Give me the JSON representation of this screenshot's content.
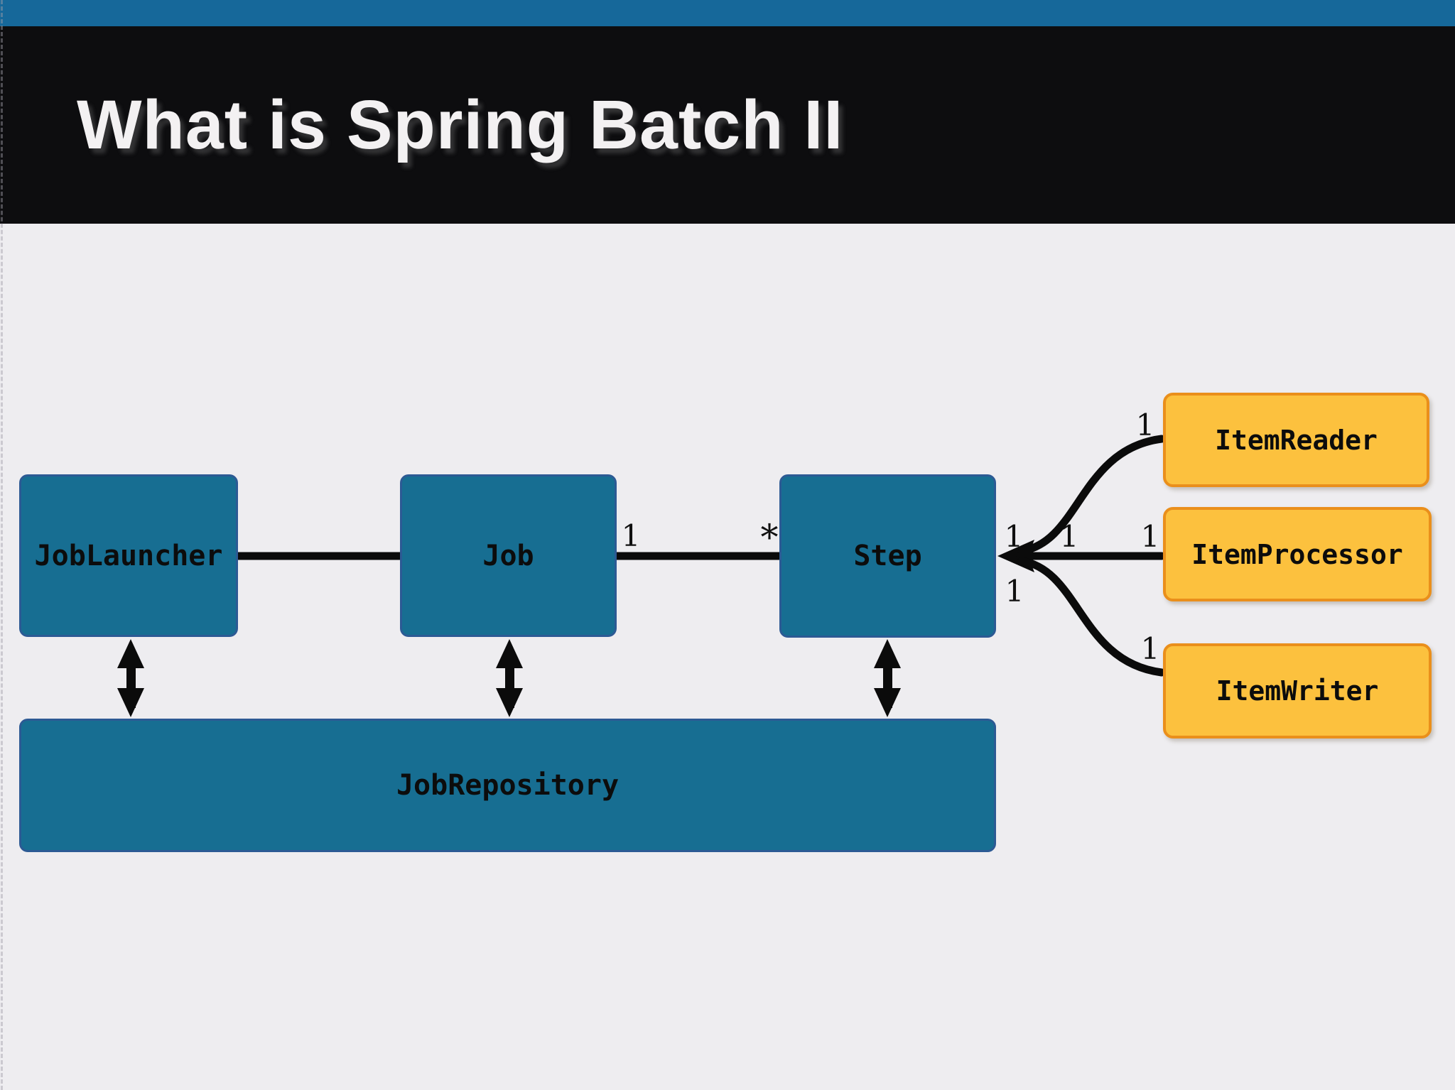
{
  "slide": {
    "title": "What is Spring Batch II"
  },
  "colors": {
    "topbar_blue": "#16689a",
    "header_black": "#0d0d0f",
    "content_bg": "#eeedf0",
    "node_blue": "#176e92",
    "node_blue_border": "#2c5a94",
    "node_orange": "#fcc13e",
    "node_orange_border": "#ea8f1b",
    "connector_black": "#0b0b0b",
    "title_text": "#f3f1f2",
    "node_label_text": "#0c0c0c"
  },
  "diagram": {
    "nodes": {
      "joblauncher": {
        "label": "JobLauncher"
      },
      "job": {
        "label": "Job"
      },
      "step": {
        "label": "Step"
      },
      "jobrepository": {
        "label": "JobRepository"
      },
      "itemreader": {
        "label": "ItemReader"
      },
      "itemprocessor": {
        "label": "ItemProcessor"
      },
      "itemwriter": {
        "label": "ItemWriter"
      }
    },
    "multiplicities": [
      {
        "id": "job-side-of-job-step",
        "text": "1"
      },
      {
        "id": "step-side-of-job-step",
        "text": "*"
      },
      {
        "id": "step-side-of-step-reader",
        "text": "1"
      },
      {
        "id": "step-side-of-step-processor",
        "text": "1"
      },
      {
        "id": "step-side-of-step-writer",
        "text": "1"
      },
      {
        "id": "reader-side",
        "text": "1"
      },
      {
        "id": "processor-side",
        "text": "1"
      },
      {
        "id": "writer-side",
        "text": "1"
      }
    ]
  }
}
